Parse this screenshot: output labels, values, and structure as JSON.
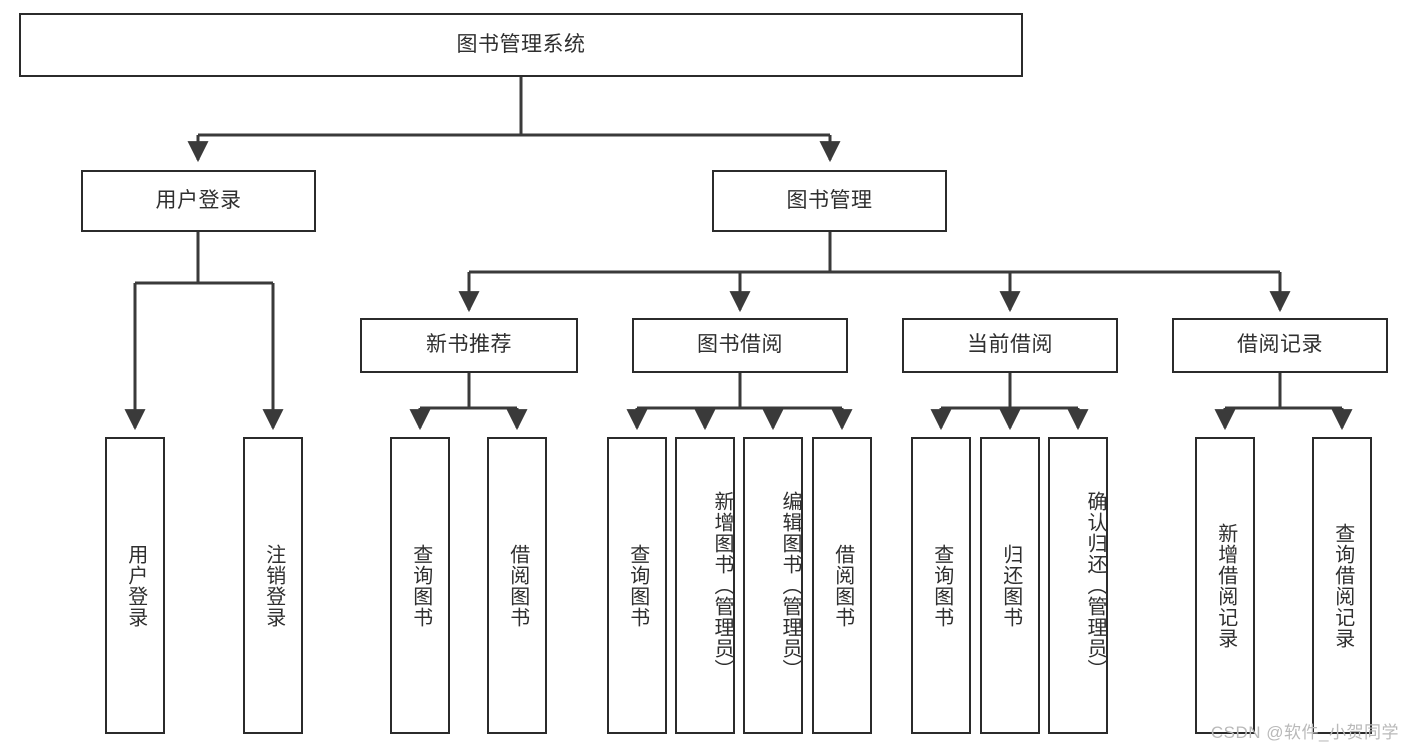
{
  "diagram": {
    "title": "图书管理系统",
    "type": "tree",
    "colors": {
      "box_border": "#2b2b2b",
      "box_fill": "#ffffff",
      "text": "#2f2f2f",
      "link": "#3a3a3a",
      "watermark": "#b9b9b9",
      "background": "#ffffff"
    },
    "nodes": {
      "root": {
        "label": "图书管理系统"
      },
      "level2": [
        {
          "id": "user-login",
          "label": "用户登录"
        },
        {
          "id": "book-management",
          "label": "图书管理"
        }
      ],
      "level3": [
        {
          "id": "new-book-recommend",
          "label": "新书推荐"
        },
        {
          "id": "book-borrow",
          "label": "图书借阅"
        },
        {
          "id": "current-borrow",
          "label": "当前借阅"
        },
        {
          "id": "borrow-record",
          "label": "借阅记录"
        }
      ],
      "leaves": {
        "user-login": [
          {
            "id": "leaf-user-login",
            "label": "用户登录"
          },
          {
            "id": "leaf-user-logout",
            "label": "注销登录"
          }
        ],
        "new-book-recommend": [
          {
            "id": "leaf-query-book-1",
            "label": "查询图书"
          },
          {
            "id": "leaf-borrow-book-1",
            "label": "借阅图书"
          }
        ],
        "book-borrow": [
          {
            "id": "leaf-query-book-2",
            "label": "查询图书"
          },
          {
            "id": "leaf-add-book",
            "label": "新增图书（管理员）"
          },
          {
            "id": "leaf-edit-book",
            "label": "编辑图书（管理员）"
          },
          {
            "id": "leaf-borrow-book-2",
            "label": "借阅图书"
          }
        ],
        "current-borrow": [
          {
            "id": "leaf-query-book-3",
            "label": "查询图书"
          },
          {
            "id": "leaf-return-book",
            "label": "归还图书"
          },
          {
            "id": "leaf-confirm-return",
            "label": "确认归还（管理员）"
          }
        ],
        "borrow-record": [
          {
            "id": "leaf-add-borrow-record",
            "label": "新增借阅记录"
          },
          {
            "id": "leaf-query-borrow-record",
            "label": "查询借阅记录"
          }
        ]
      }
    },
    "watermark": "CSDN @软件_小贺同学"
  }
}
